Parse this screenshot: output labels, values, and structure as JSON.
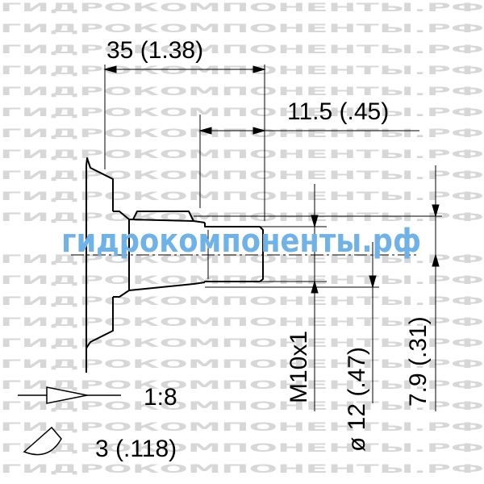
{
  "watermark": {
    "repeat_text": "ГИДРОКОМПОНЕНТЫ.РФ",
    "main_text": "гидрокомпоненты.рф",
    "main_color": "#6fb2e8",
    "repeat_color": "#d7d7d7"
  },
  "dimensions": {
    "overall_length": "35 (1.38)",
    "thread_length": "11.5 (.45)",
    "thread": "M10x1",
    "diameter": "ø 12 (.47)",
    "height": "7.9 (.31)"
  },
  "legend": {
    "taper_ratio": "1:8",
    "key_size": "3 (.118)"
  }
}
